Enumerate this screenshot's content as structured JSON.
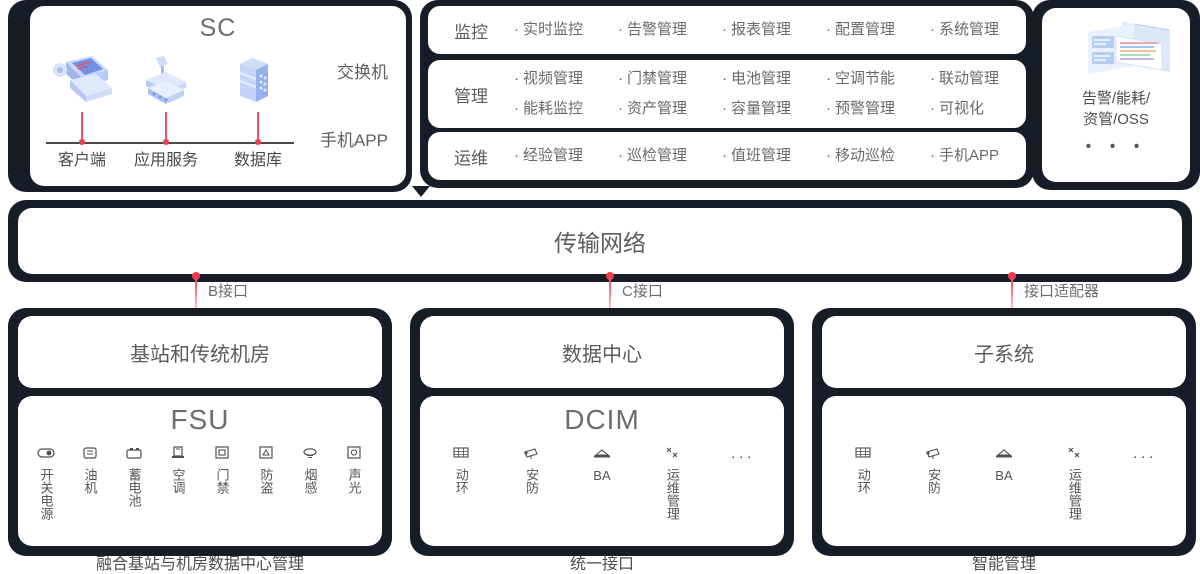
{
  "sc_panel": {
    "title": "SC",
    "side_labels": [
      "交换机",
      "手机APP"
    ],
    "nodes": [
      {
        "label": "客户端",
        "icon": "laptop-icon"
      },
      {
        "label": "应用服务",
        "icon": "app-server-icon"
      },
      {
        "label": "数据库",
        "icon": "database-rack-icon"
      }
    ]
  },
  "features": [
    {
      "name": "监控",
      "lines": [
        [
          "实时监控",
          "告警管理",
          "报表管理",
          "配置管理",
          "系统管理"
        ]
      ]
    },
    {
      "name": "管理",
      "lines": [
        [
          "视频管理",
          "门禁管理",
          "电池管理",
          "空调节能",
          "联动管理"
        ],
        [
          "能耗监控",
          "资产管理",
          "容量管理",
          "预警管理",
          "可视化"
        ]
      ]
    },
    {
      "name": "运维",
      "lines": [
        [
          "经验管理",
          "巡检管理",
          "值班管理",
          "移动巡检",
          "手机APP"
        ]
      ]
    }
  ],
  "oss_card": {
    "label_line1": "告警/能耗/",
    "label_line2": "资管/OSS",
    "dots": "• • •",
    "icon": "dashboard-windows-icon"
  },
  "network": {
    "title": "传输网络"
  },
  "pins": [
    {
      "label": "B接口"
    },
    {
      "label": "C接口"
    },
    {
      "label": "接口适配器"
    }
  ],
  "columns": [
    {
      "head": "基站和传统机房",
      "big_title": "FSU",
      "caption": "融合基站与机房数据中心管理",
      "icons": [
        {
          "glyph": "⏻",
          "name": "power-switch-icon",
          "label": "开关电源",
          "latin": false
        },
        {
          "glyph": "⛽",
          "name": "generator-icon",
          "label": "油机",
          "latin": false
        },
        {
          "glyph": "🔋",
          "name": "battery-icon",
          "label": "蓄电池",
          "latin": false
        },
        {
          "glyph": "❄",
          "name": "air-conditioner-icon",
          "label": "空调",
          "latin": false
        },
        {
          "glyph": "▣",
          "name": "access-control-icon",
          "label": "门禁",
          "latin": false
        },
        {
          "glyph": "⬚",
          "name": "anti-theft-icon",
          "label": "防盗",
          "latin": false
        },
        {
          "glyph": "☁",
          "name": "smoke-sensor-icon",
          "label": "烟感",
          "latin": false
        },
        {
          "glyph": "◳",
          "name": "sound-light-alarm-icon",
          "label": "声光",
          "latin": false
        }
      ]
    },
    {
      "head": "数据中心",
      "big_title": "DCIM",
      "caption": "统一接口",
      "icons": [
        {
          "glyph": "▦",
          "name": "power-environment-icon",
          "label": "动环",
          "latin": false
        },
        {
          "glyph": "📹",
          "name": "security-camera-icon",
          "label": "安防",
          "latin": false
        },
        {
          "glyph": "🏠",
          "name": "building-automation-icon",
          "label": "BA",
          "latin": true
        },
        {
          "glyph": "✳",
          "name": "operations-management-icon",
          "label": "运维管理",
          "latin": false
        },
        {
          "glyph": "",
          "name": "more-ellipsis-icon",
          "label": "···",
          "latin": true,
          "ellipsis": true
        }
      ]
    },
    {
      "head": "子系统",
      "big_title": "",
      "caption": "智能管理",
      "icons": [
        {
          "glyph": "▦",
          "name": "power-environment-icon",
          "label": "动环",
          "latin": false
        },
        {
          "glyph": "📹",
          "name": "security-camera-icon",
          "label": "安防",
          "latin": false
        },
        {
          "glyph": "🏠",
          "name": "building-automation-icon",
          "label": "BA",
          "latin": true
        },
        {
          "glyph": "✳",
          "name": "operations-management-icon",
          "label": "运维管理",
          "latin": false
        },
        {
          "glyph": "",
          "name": "more-ellipsis-icon",
          "label": "···",
          "latin": true,
          "ellipsis": true
        }
      ]
    }
  ],
  "colors": {
    "dark_shell": "#161d28",
    "card": "#ffffff",
    "text": "#5b5b5b",
    "accent_red": "#f23b4a",
    "iso_blue": "#a8c0f0"
  }
}
